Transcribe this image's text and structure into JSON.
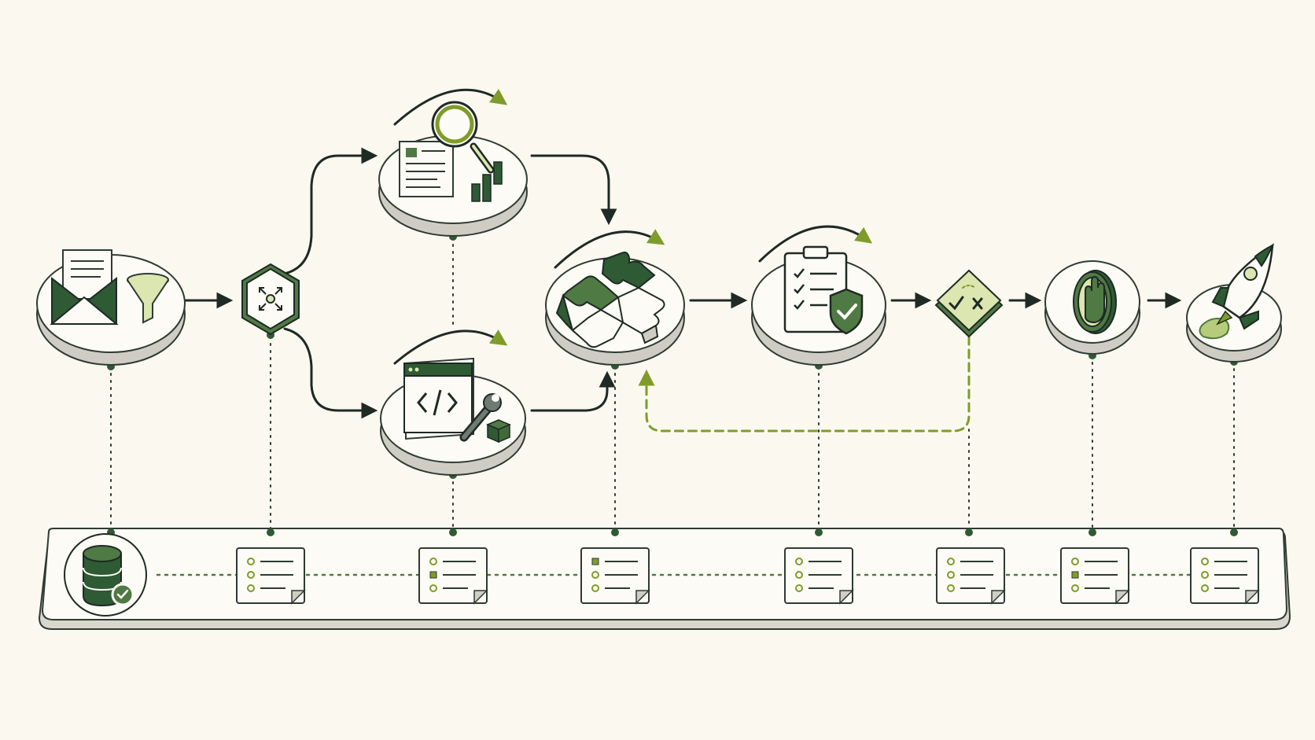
{
  "diagram": {
    "colors": {
      "background": "#fbf8ef",
      "ink": "#1e2a24",
      "dark_green": "#2e5a34",
      "mid_green": "#4f7a43",
      "accent_lime": "#7e9c2a",
      "pale_green": "#dbe6b0",
      "card": "#fdfbf5",
      "disc_side": "#cfcdc3"
    },
    "stages": [
      {
        "id": "ingest",
        "icons": [
          "envelope-icon",
          "funnel-icon"
        ]
      },
      {
        "id": "route",
        "icons": [
          "expand-arrows-icon"
        ]
      },
      {
        "id": "analyze",
        "icons": [
          "document-icon",
          "magnifier-icon",
          "bar-chart-icon"
        ],
        "loop": true
      },
      {
        "id": "build",
        "icons": [
          "code-window-icon",
          "wrench-icon",
          "cube-icon"
        ],
        "loop": true
      },
      {
        "id": "integrate",
        "icons": [
          "puzzle-icon"
        ],
        "loop": true
      },
      {
        "id": "verify",
        "icons": [
          "clipboard-checklist-icon",
          "shield-check-icon"
        ],
        "loop": true
      },
      {
        "id": "decide",
        "icons": [
          "check-cross-icon"
        ]
      },
      {
        "id": "halt",
        "icons": [
          "stop-hand-icon"
        ]
      },
      {
        "id": "launch",
        "icons": [
          "rocket-icon"
        ]
      }
    ],
    "feedback_edge": {
      "from": "decide",
      "to": "integrate",
      "style": "dashed"
    },
    "ledger": {
      "icons": [
        "database-check-icon"
      ],
      "record_cards": 7
    }
  }
}
